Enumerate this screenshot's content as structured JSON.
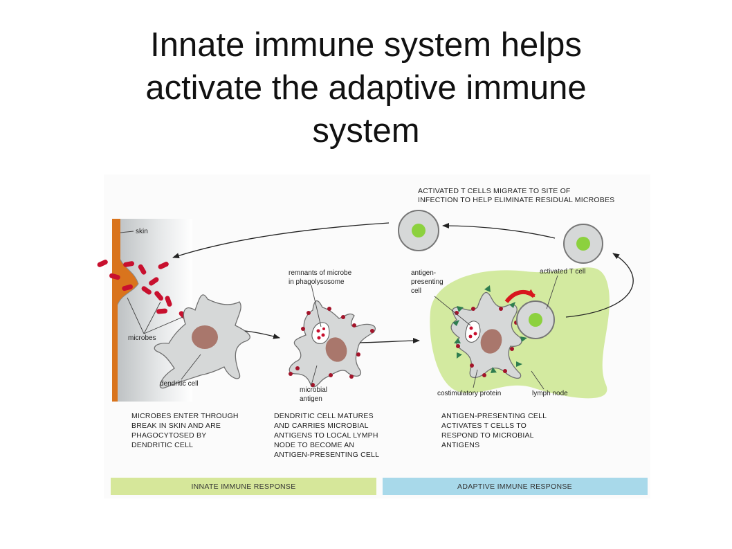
{
  "title": "Innate immune system helps activate the adaptive immune system",
  "title_lines": [
    "Innate immune system helps",
    "activate the adaptive immune",
    "system"
  ],
  "labels": {
    "skin": "skin",
    "microbes": "microbes",
    "dendritic_cell": "dendritic cell",
    "remnants_1": "remnants of microbe",
    "remnants_2": "in phagolysosome",
    "microbial_antigen_1": "microbial",
    "microbial_antigen_2": "antigen",
    "apc_1": "antigen-",
    "apc_2": "presenting",
    "apc_3": "cell",
    "activated_t_cell": "activated T cell",
    "costimulatory_protein": "costimulatory protein",
    "lymph_node": "lymph node"
  },
  "top_caption": [
    "ACTIVATED T CELLS MIGRATE TO SITE OF",
    "INFECTION TO HELP ELIMINATE RESIDUAL MICROBES"
  ],
  "captions": {
    "step1": [
      "MICROBES ENTER THROUGH",
      "BREAK IN SKIN AND ARE",
      "PHAGOCYTOSED BY",
      "DENDRITIC CELL"
    ],
    "step2": [
      "DENDRITIC CELL MATURES",
      "AND CARRIES MICROBIAL",
      "ANTIGENS TO LOCAL LYMPH",
      "NODE TO BECOME AN",
      "ANTIGEN-PRESENTING CELL"
    ],
    "step3": [
      "ANTIGEN-PRESENTING CELL",
      "ACTIVATES T CELLS TO",
      "RESPOND TO MICROBIAL",
      "ANTIGENS"
    ]
  },
  "bands": {
    "innate": "INNATE IMMUNE RESPONSE",
    "adaptive": "ADAPTIVE IMMUNE RESPONSE"
  },
  "colors": {
    "skin": "#d9741d",
    "microbe": "#c8102e",
    "cell": "#d6d8d8",
    "nucleus": "#a9776c",
    "t_cell_nucleus": "#8cd13e",
    "lymph_node": "#d3eaa0",
    "innate_band": "#d6e79a",
    "adaptive_band": "#a8d9ea",
    "costimulatory": "#2e7d4f"
  }
}
